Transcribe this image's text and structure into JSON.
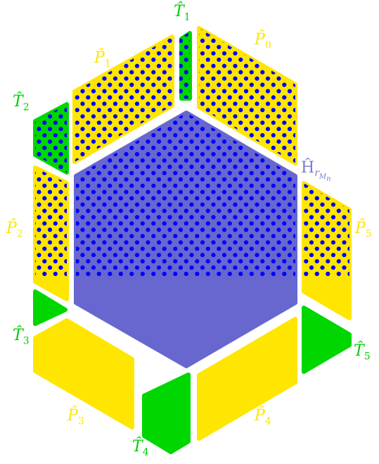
{
  "colors": {
    "hexagon": "#6767CF",
    "trapezoid": "#FFE600",
    "triangle": "#00D600",
    "dot": "#0000FF",
    "hex_label": "#7A7ACF",
    "p_label": "#FFE600",
    "t_label": "#00CC00"
  },
  "labels": {
    "hexagon": {
      "main": "Ĥ",
      "sub": "r",
      "subsub": "M",
      "subsubsub": "n"
    },
    "trapezoids": [
      {
        "id": "P0",
        "main": "P̂",
        "sub": "0"
      },
      {
        "id": "P1",
        "main": "P̂",
        "sub": "1"
      },
      {
        "id": "P2",
        "main": "P̂",
        "sub": "2"
      },
      {
        "id": "P3",
        "main": "P̂",
        "sub": "3"
      },
      {
        "id": "P4",
        "main": "P̂",
        "sub": "4"
      },
      {
        "id": "P5",
        "main": "P̂",
        "sub": "5"
      }
    ],
    "triangles": [
      {
        "id": "T1",
        "main": "T̂",
        "sub": "1"
      },
      {
        "id": "T2",
        "main": "T̂",
        "sub": "2"
      },
      {
        "id": "T3",
        "main": "T̂",
        "sub": "3"
      },
      {
        "id": "T4",
        "main": "T̂",
        "sub": "4"
      },
      {
        "id": "T5",
        "main": "T̂",
        "sub": "5"
      }
    ]
  }
}
